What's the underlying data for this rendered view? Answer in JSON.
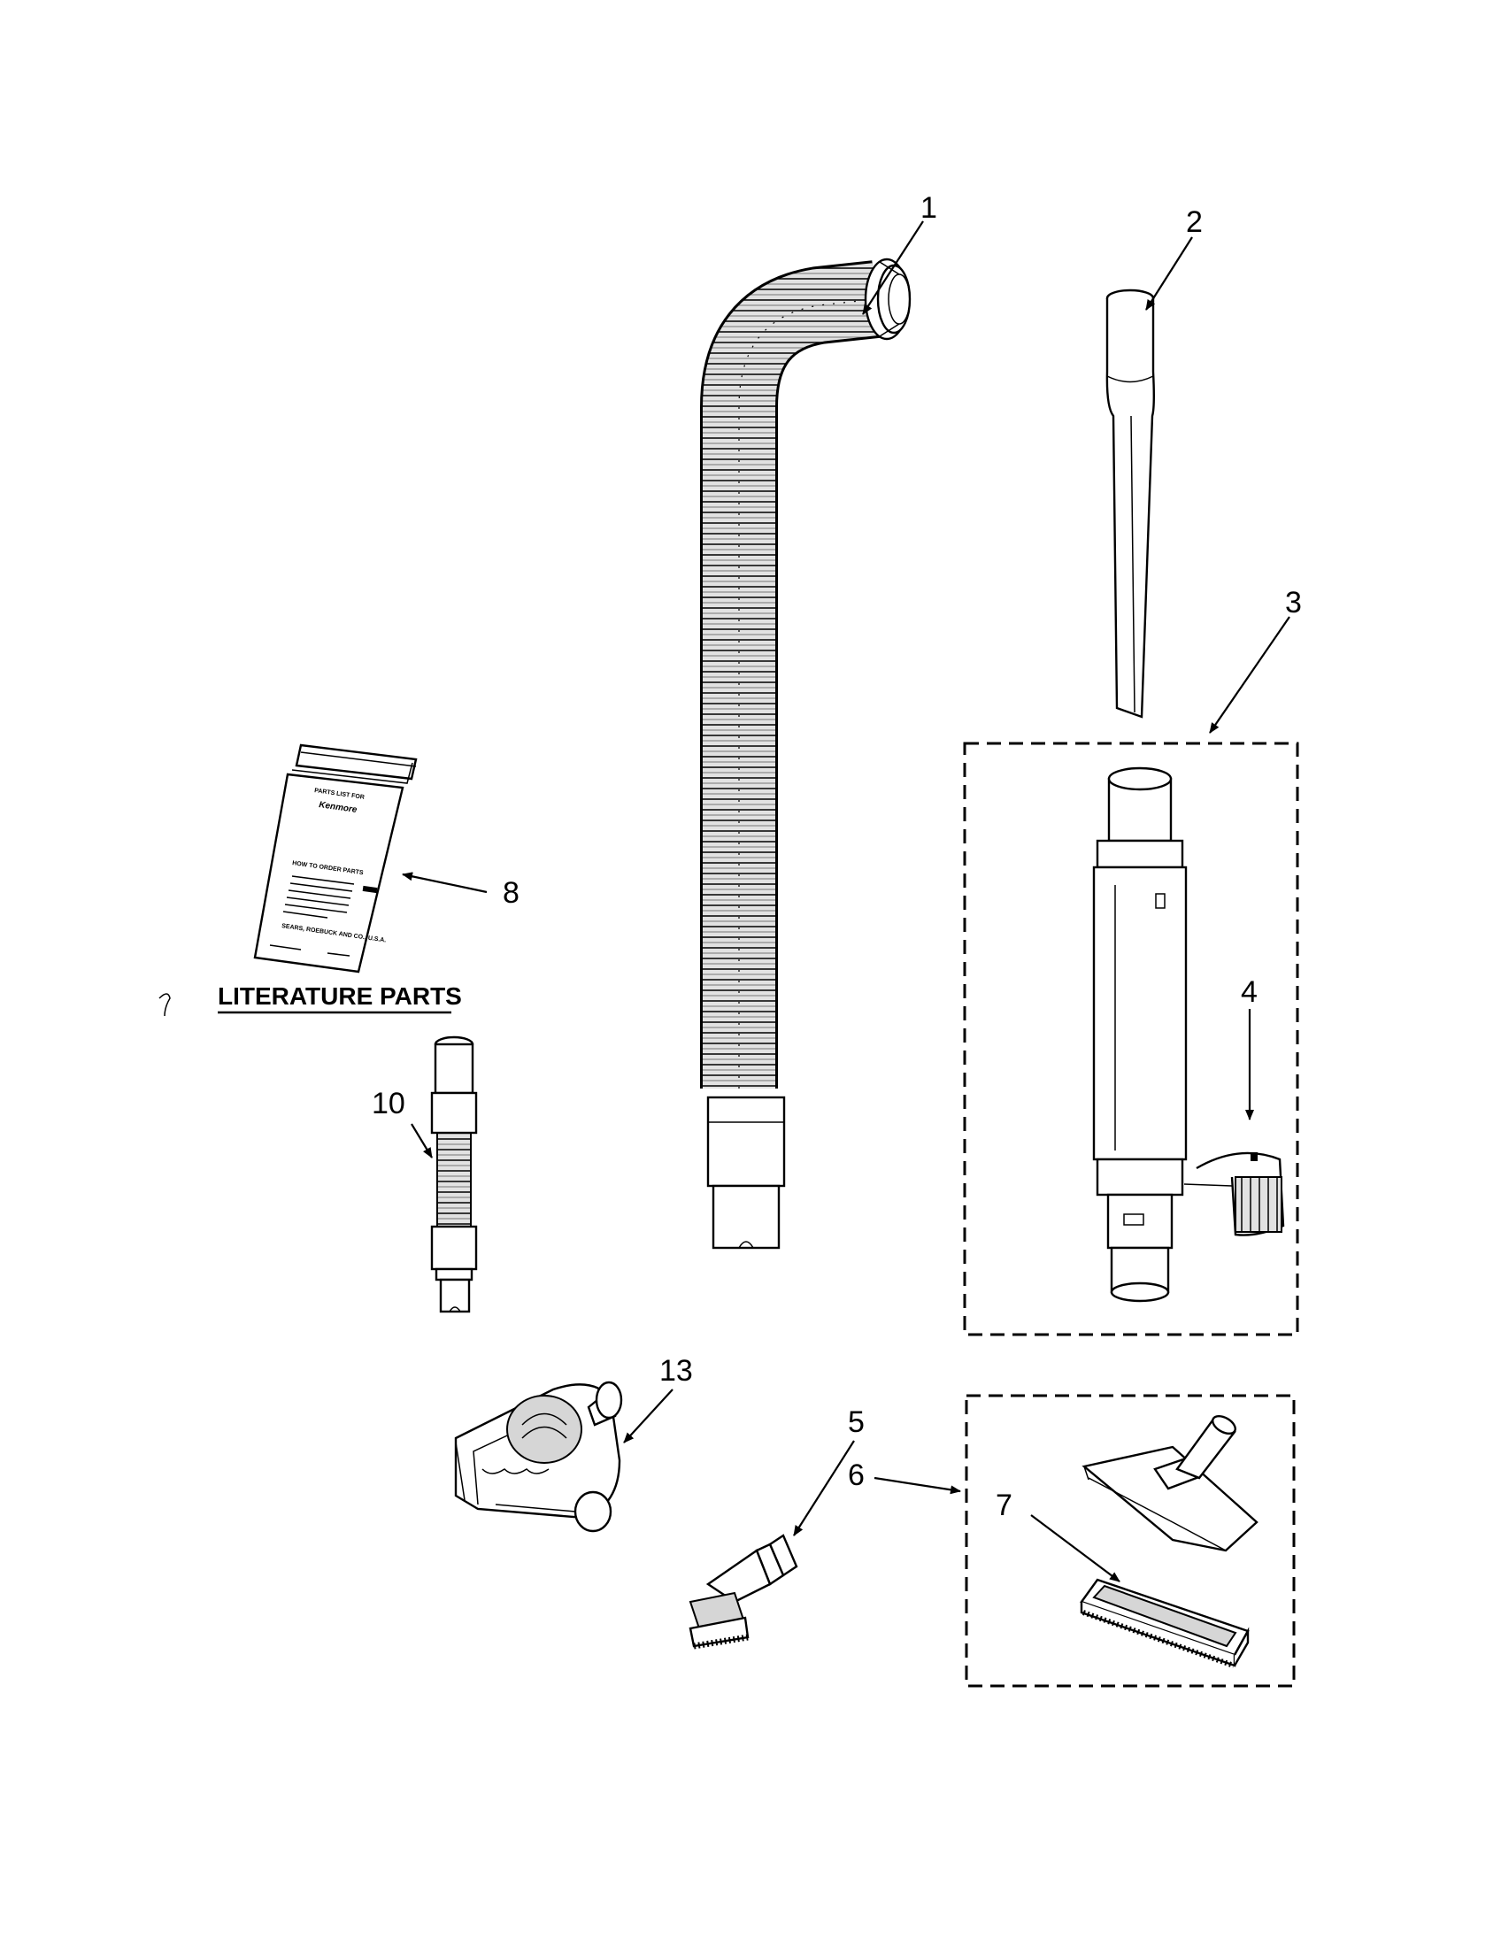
{
  "diagram": {
    "callouts": {
      "c1": "1",
      "c2": "2",
      "c3": "3",
      "c4": "4",
      "c5": "5",
      "c6": "6",
      "c7": "7",
      "c8": "8",
      "c10": "10",
      "c13": "13"
    },
    "literature_heading": "LITERATURE PARTS",
    "booklet": {
      "line1": "PARTS LIST FOR",
      "brand": "Kenmore",
      "line2": "HOW TO ORDER PARTS",
      "footer": "SEARS, ROEBUCK AND CO., U.S.A."
    }
  }
}
